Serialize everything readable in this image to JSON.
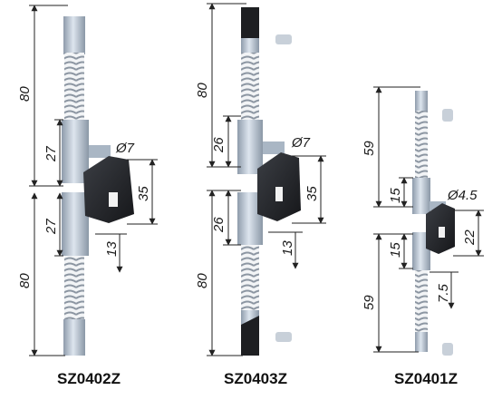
{
  "products": [
    {
      "code": "SZ0402Z",
      "dims": {
        "top_length": "80",
        "upper_block": "27",
        "diameter": "Ø7",
        "body_height": "35",
        "lower_block": "27",
        "offset": "13",
        "bottom_length": "80"
      }
    },
    {
      "code": "SZ0403Z",
      "dims": {
        "top_length": "80",
        "upper_block": "26",
        "diameter": "Ø7",
        "body_height": "35",
        "lower_block": "26",
        "offset": "13",
        "bottom_length": "80"
      }
    },
    {
      "code": "SZ0401Z",
      "dims": {
        "top_length": "59",
        "upper_block": "15",
        "diameter": "Ø4.5",
        "body_height": "22",
        "lower_block": "15",
        "offset": "7.5",
        "bottom_length": "59"
      }
    }
  ],
  "colors": {
    "metal": "#b9c6d4",
    "metal_dark": "#7d8a99",
    "latch_body": "#2a2c30",
    "spring": "#a7b0ba"
  }
}
